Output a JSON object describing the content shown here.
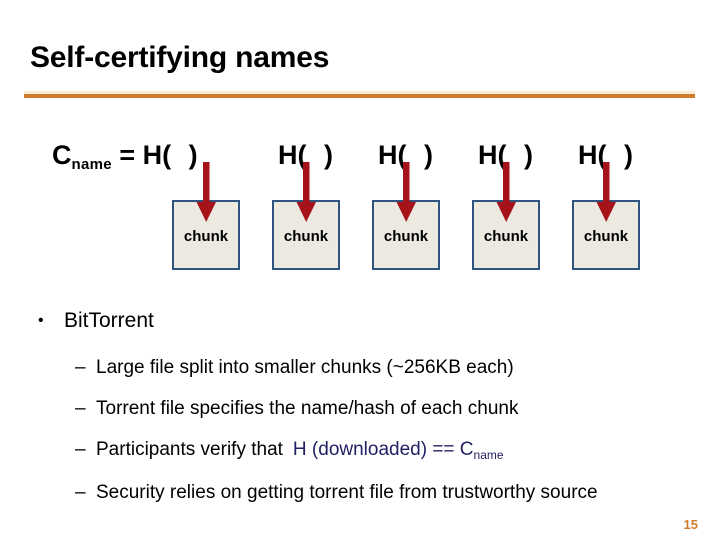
{
  "slide": {
    "title": "Self-certifying names",
    "page_number": "15",
    "accent_color": "#ce7d2e",
    "box_fill_color": "#ece9e1",
    "box_border_color": "#2f5480",
    "arrow_color": "#a51219",
    "emphasis_color": "#1f1f63",
    "background_color": "#ffffff"
  },
  "diagram": {
    "formula_prefix": "C",
    "formula_subscript": "name",
    "formula_equals": " = ",
    "hash_label": "H(",
    "hash_close": " )",
    "chunks": [
      {
        "label": "chunk"
      },
      {
        "label": "chunk"
      },
      {
        "label": "chunk"
      },
      {
        "label": "chunk"
      },
      {
        "label": "chunk"
      }
    ]
  },
  "body": {
    "bullet_marker": "•",
    "sub_marker": "–",
    "items": [
      {
        "level": 1,
        "text": "BitTorrent"
      },
      {
        "level": 2,
        "text": "Large file split into smaller chunks (~256KB each)"
      },
      {
        "level": 2,
        "text": "Torrent file specifies the name/hash of each chunk"
      },
      {
        "level": 2,
        "text_before": "Participants verify that",
        "emphasis": "H (downloaded) == C",
        "emphasis_subscript": "name"
      },
      {
        "level": 2,
        "text": "Security relies on getting torrent file from trustworthy source"
      }
    ]
  }
}
